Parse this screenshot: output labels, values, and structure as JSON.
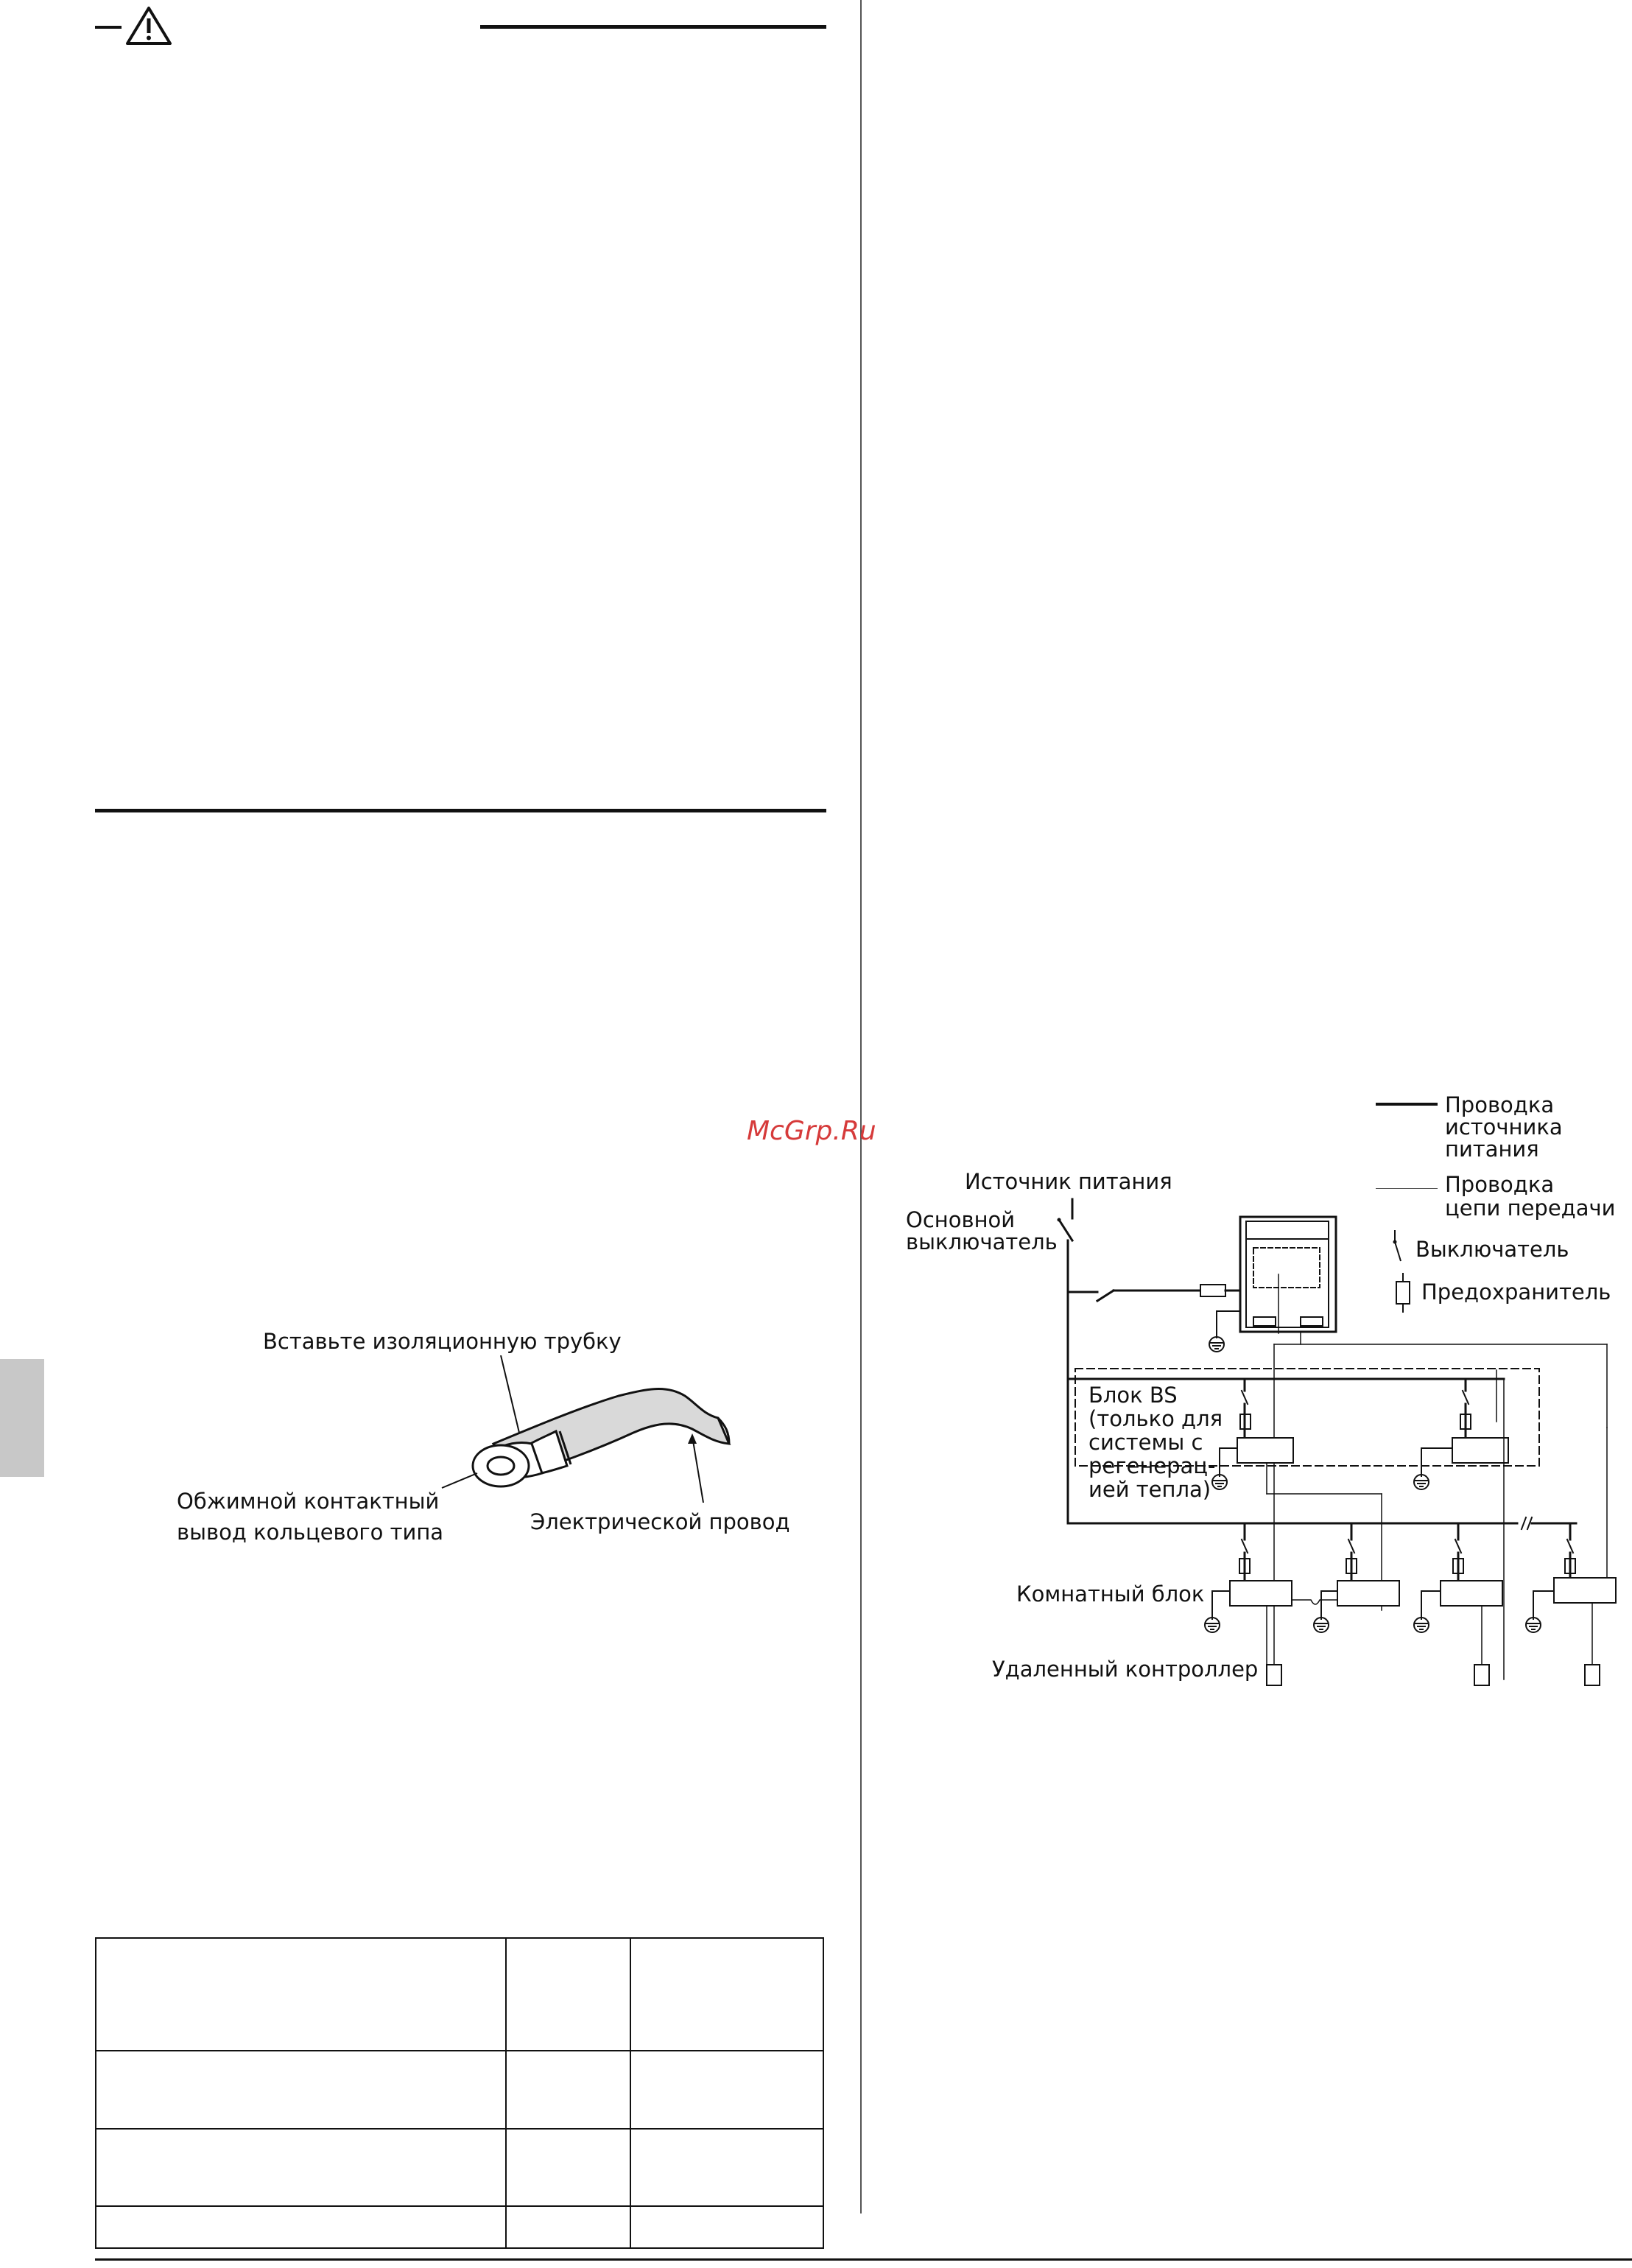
{
  "watermark": "McGrp.Ru",
  "icons": {
    "warning": "warning-triangle-icon"
  },
  "terminal_figure": {
    "insulation_tube": "Вставьте изоляционную трубку",
    "ring_terminal_line1": "Обжимной контактный",
    "ring_terminal_line2": "вывод кольцевого типа",
    "wire": "Электрической провод"
  },
  "wiring_diagram": {
    "legend": {
      "power_wiring_line1": "Проводка",
      "power_wiring_line2": "источника",
      "power_wiring_line3": "питания",
      "transmission_wiring_line1": "Проводка",
      "transmission_wiring_line2": "цепи передачи",
      "switch": "Выключатель",
      "fuse": "Предохранитель"
    },
    "power_supply": "Источник питания",
    "main_switch_line1": "Основной",
    "main_switch_line2": "выключатель",
    "bs_unit_line1": "Блок BS",
    "bs_unit_line2": "(только для",
    "bs_unit_line3": "системы с",
    "bs_unit_line4": "регенерац-",
    "bs_unit_line5": "ией тепла)",
    "indoor_unit": "Комнатный блок",
    "remote_controller": "Удаленный контроллер"
  },
  "spec_table": {
    "rows": [
      [
        "",
        "",
        ""
      ],
      [
        "",
        "",
        ""
      ],
      [
        "",
        "",
        ""
      ],
      [
        "",
        "",
        ""
      ]
    ]
  }
}
